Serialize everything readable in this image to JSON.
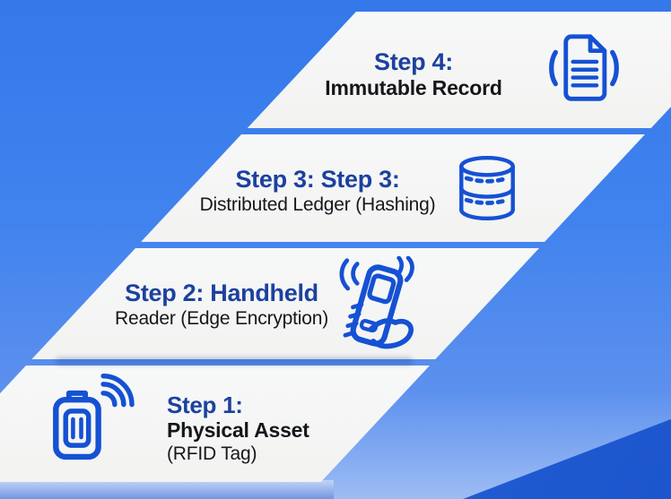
{
  "figure": "rfid-blockchain-process-infographic",
  "colors": {
    "background_blue": "#3b7dec",
    "background_light": "#9dbcf4",
    "band_background": "#f4f5f4",
    "dark_corner_blue": "#2161d6",
    "step_heading_navy": "#1c419f",
    "body_text": "#17181c",
    "icon_blue": "#1551d4"
  },
  "steps": [
    {
      "num": 1,
      "heading": "Step 1:",
      "line1": "Physical Asset",
      "line2": "(RFID Tag)",
      "icon": "rfid-tag-icon"
    },
    {
      "num": 2,
      "heading": "Step 2: Handheld",
      "line1": "Reader (Edge Encryption)",
      "icon": "handheld-reader-icon"
    },
    {
      "num": 3,
      "heading": "Step 3: Step 3:",
      "line1": "Distributed Ledger (Hashing)",
      "icon": "distributed-ledger-icon"
    },
    {
      "num": 4,
      "heading": "Step 4:",
      "line1": "Immutable Record",
      "icon": "document-record-icon"
    }
  ]
}
